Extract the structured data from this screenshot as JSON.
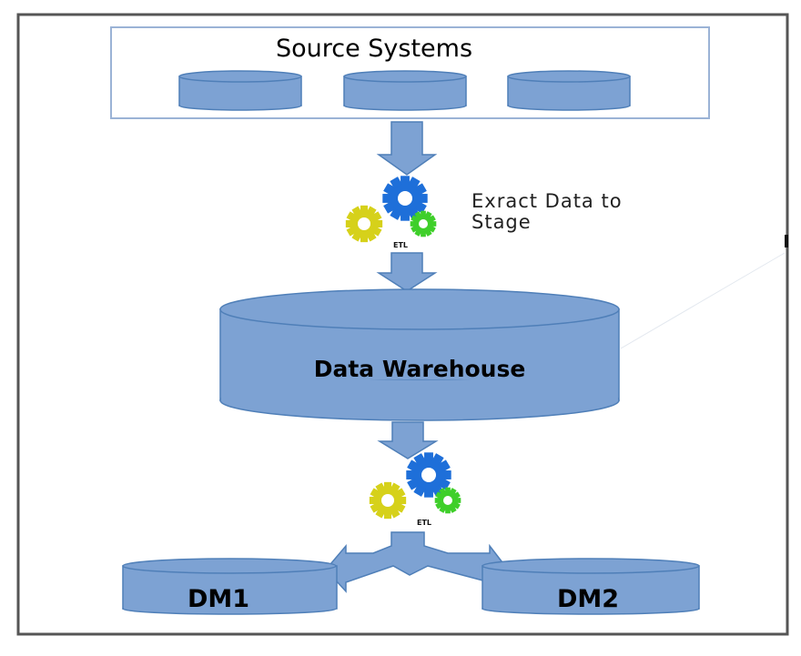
{
  "source_systems": {
    "title": "Source Systems"
  },
  "etl_top": {
    "caption": "ETL",
    "step_line1": "Exract Data to",
    "step_line2": "Stage"
  },
  "warehouse": {
    "label": "Data Warehouse"
  },
  "etl_bottom": {
    "caption": "ETL"
  },
  "data_marts": [
    {
      "label": "DM1"
    },
    {
      "label": "DM2"
    }
  ],
  "colors": {
    "cylinder_fill": "#7da2d3",
    "cylinder_stroke": "#4f7fb8",
    "box_border": "#9bb3d6",
    "frame": "#555555",
    "gear_blue": "#1e6fd9",
    "gear_yellow": "#d6d11a",
    "gear_green": "#3fcf2a"
  }
}
